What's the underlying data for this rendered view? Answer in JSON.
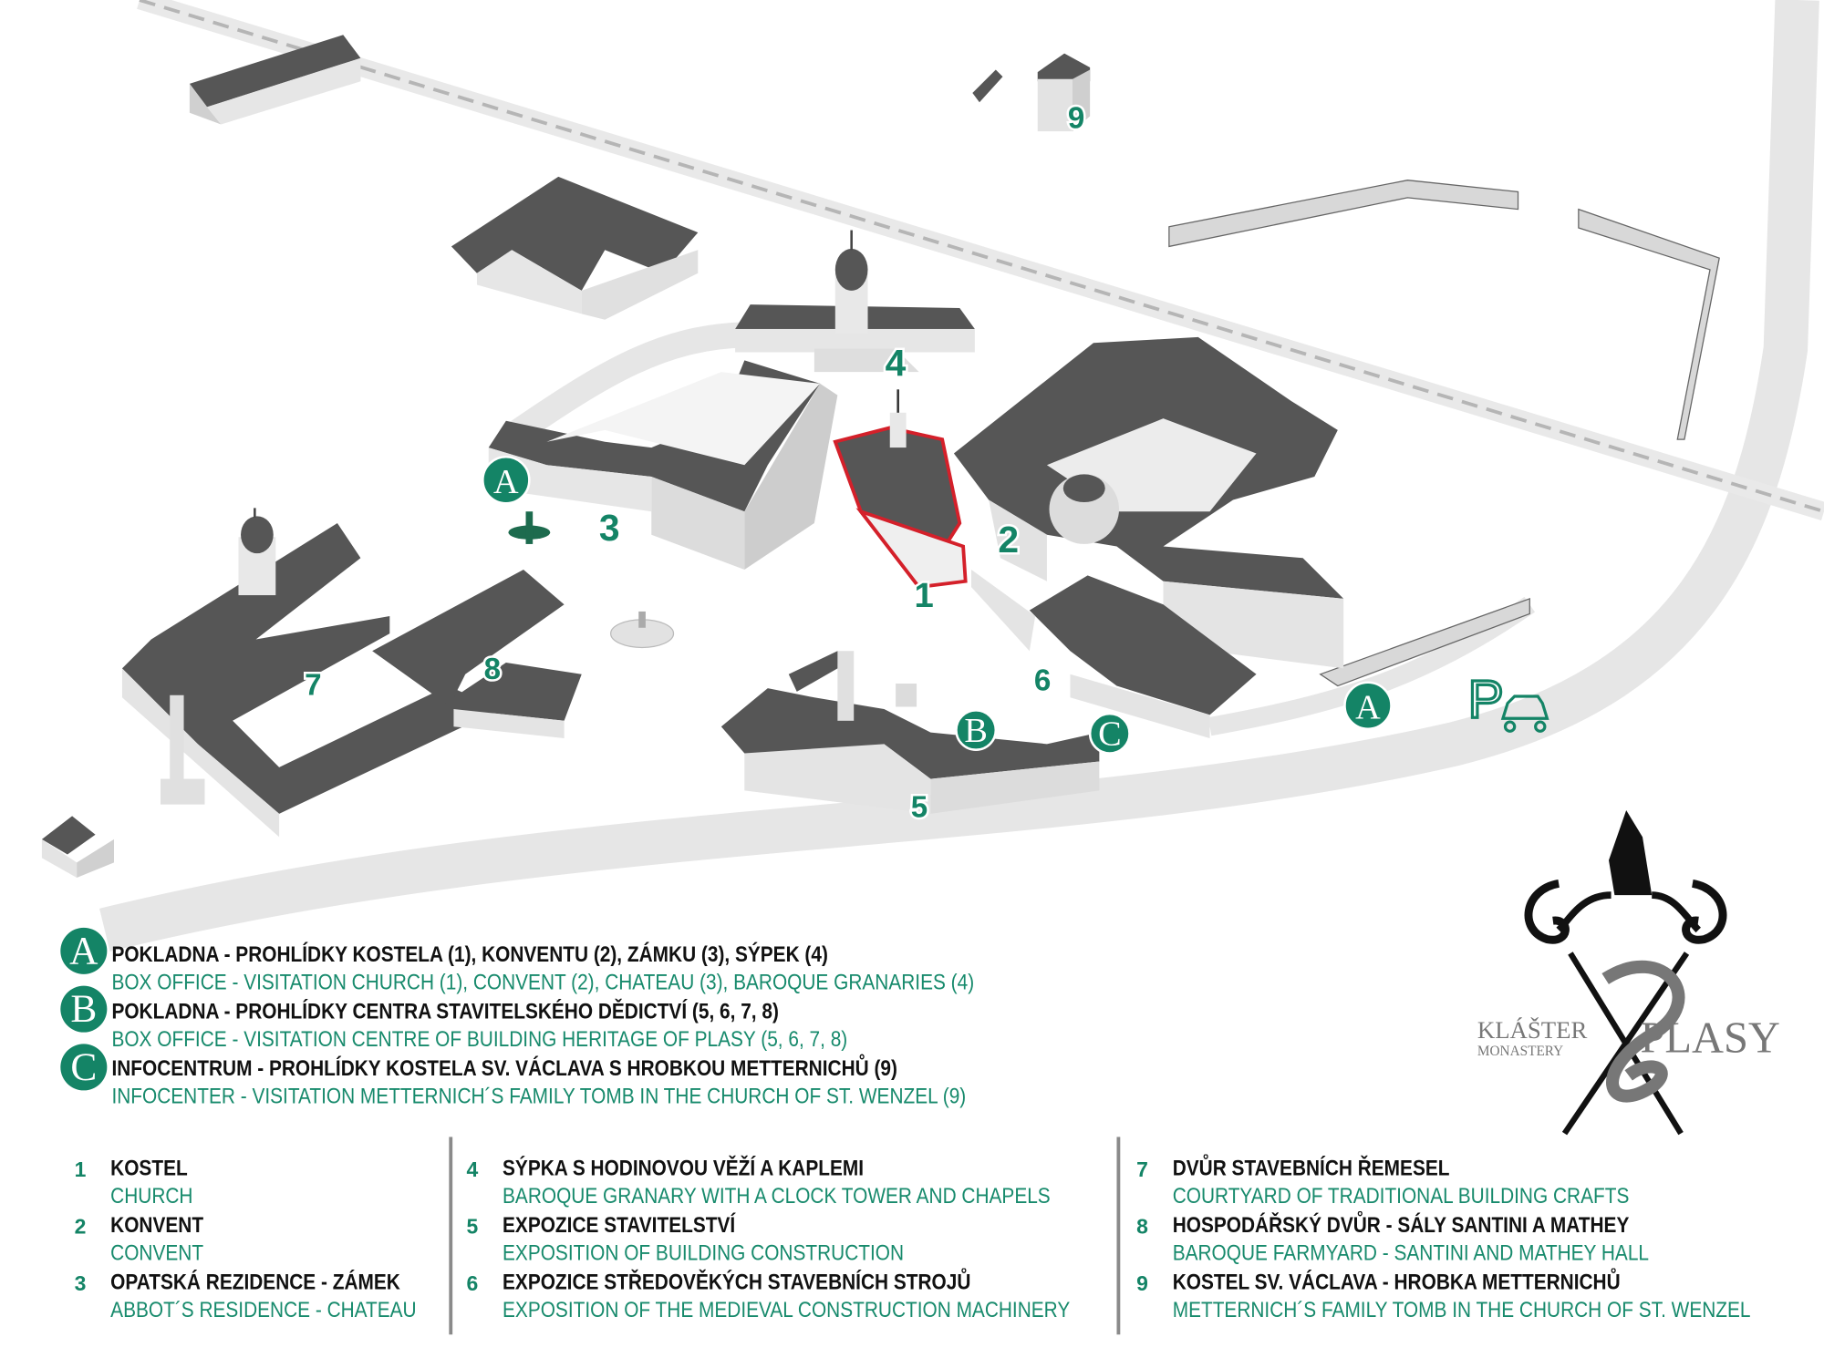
{
  "map": {
    "markers": {
      "n1": "1",
      "n2": "2",
      "n3": "3",
      "n4": "4",
      "n5": "5",
      "n6": "6",
      "n7": "7",
      "n8": "8",
      "n9": "9",
      "a": "A",
      "b": "B",
      "c": "C",
      "parking": "P"
    }
  },
  "legend_offices": [
    {
      "letter": "A",
      "cz": "POKLADNA - PROHLÍDKY KOSTELA (1), KONVENTU (2), ZÁMKU (3), SÝPEK (4)",
      "en": "BOX OFFICE - VISITATION CHURCH (1), CONVENT (2), CHATEAU (3), BAROQUE GRANARIES (4)"
    },
    {
      "letter": "B",
      "cz": "POKLADNA - PROHLÍDKY CENTRA STAVITELSKÉHO DĚDICTVÍ (5, 6, 7, 8)",
      "en": "BOX OFFICE - VISITATION CENTRE OF BUILDING HERITAGE OF PLASY (5, 6, 7, 8)"
    },
    {
      "letter": "C",
      "cz": "INFOCENTRUM - PROHLÍDKY KOSTELA SV. VÁCLAVA S HROBKOU METTERNICHŮ (9)",
      "en": "INFOCENTER - VISITATION METTERNICH´S FAMILY TOMB IN THE CHURCH OF ST. WENZEL (9)"
    }
  ],
  "legend_sites": [
    {
      "num": "1",
      "cz": "KOSTEL",
      "en": "CHURCH"
    },
    {
      "num": "2",
      "cz": "KONVENT",
      "en": "CONVENT"
    },
    {
      "num": "3",
      "cz": "OPATSKÁ REZIDENCE - ZÁMEK",
      "en": "ABBOT´S RESIDENCE - CHATEAU"
    },
    {
      "num": "4",
      "cz": "SÝPKA S HODINOVOU VĚŽÍ A KAPLEMI",
      "en": "BAROQUE GRANARY WITH A CLOCK TOWER AND CHAPELS"
    },
    {
      "num": "5",
      "cz": "EXPOZICE STAVITELSTVÍ",
      "en": "EXPOSITION OF BUILDING CONSTRUCTION"
    },
    {
      "num": "6",
      "cz": "EXPOZICE STŘEDOVĚKÝCH STAVEBNÍCH STROJŮ",
      "en": "EXPOSITION OF THE MEDIEVAL CONSTRUCTION MACHINERY"
    },
    {
      "num": "7",
      "cz": "DVŮR STAVEBNÍCH ŘEMESEL",
      "en": "COURTYARD OF TRADITIONAL BUILDING CRAFTS"
    },
    {
      "num": "8",
      "cz": "HOSPODÁŘSKÝ DVŮR - SÁLY SANTINI A MATHEY",
      "en": "BAROQUE FARMYARD - SANTINI AND MATHEY HALL"
    },
    {
      "num": "9",
      "cz": "KOSTEL SV. VÁCLAVA - HROBKA METTERNICHŮ",
      "en": "METTERNICH´S FAMILY TOMB IN THE CHURCH OF ST. WENZEL"
    }
  ],
  "logo": {
    "klaster": "KLÁŠTER",
    "monastery": "MONASTERY",
    "plasy": "PLASY"
  },
  "colors": {
    "green": "#148466",
    "roof": "#565656",
    "wall": "#e4e4e4",
    "road": "#e6e6e6",
    "church": "#d4202a"
  }
}
